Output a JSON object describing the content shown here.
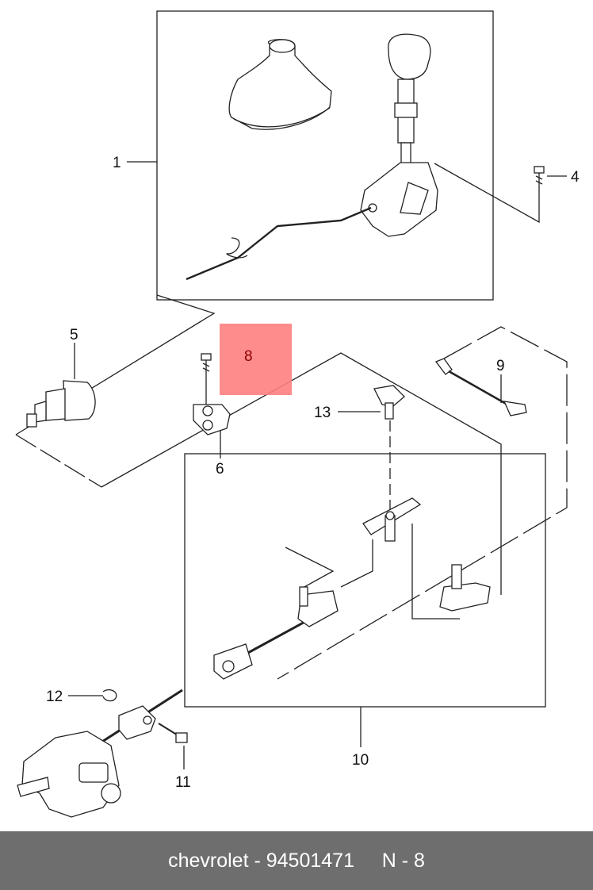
{
  "diagram": {
    "callouts": {
      "c1": "1",
      "c4": "4",
      "c5": "5",
      "c6": "6",
      "c8": "8",
      "c9": "9",
      "c10": "10",
      "c11": "11",
      "c12": "12",
      "c13": "13"
    },
    "highlight_color": "#ff8080"
  },
  "footer": {
    "brand": "chevrolet",
    "separator": " - ",
    "part_number": "94501471",
    "ref": "N - 8"
  }
}
